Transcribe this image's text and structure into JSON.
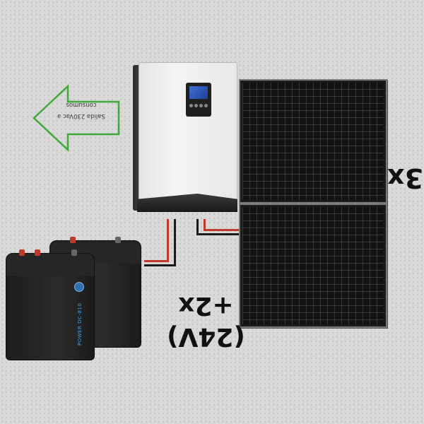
{
  "arrow": {
    "line1": "Salida 230Vac a",
    "line2": "consumos",
    "color": "#3fa93a"
  },
  "labels": {
    "panels_count": "3x",
    "batteries_count": "+2x",
    "batteries_voltage": "(24V)"
  },
  "battery": {
    "brand": "POWER DC-810",
    "color": "#1c1c1c"
  },
  "colors": {
    "cable_positive": "#c0392b",
    "cable_negative": "#1a1a1a",
    "screen": "#3f6fd6"
  }
}
